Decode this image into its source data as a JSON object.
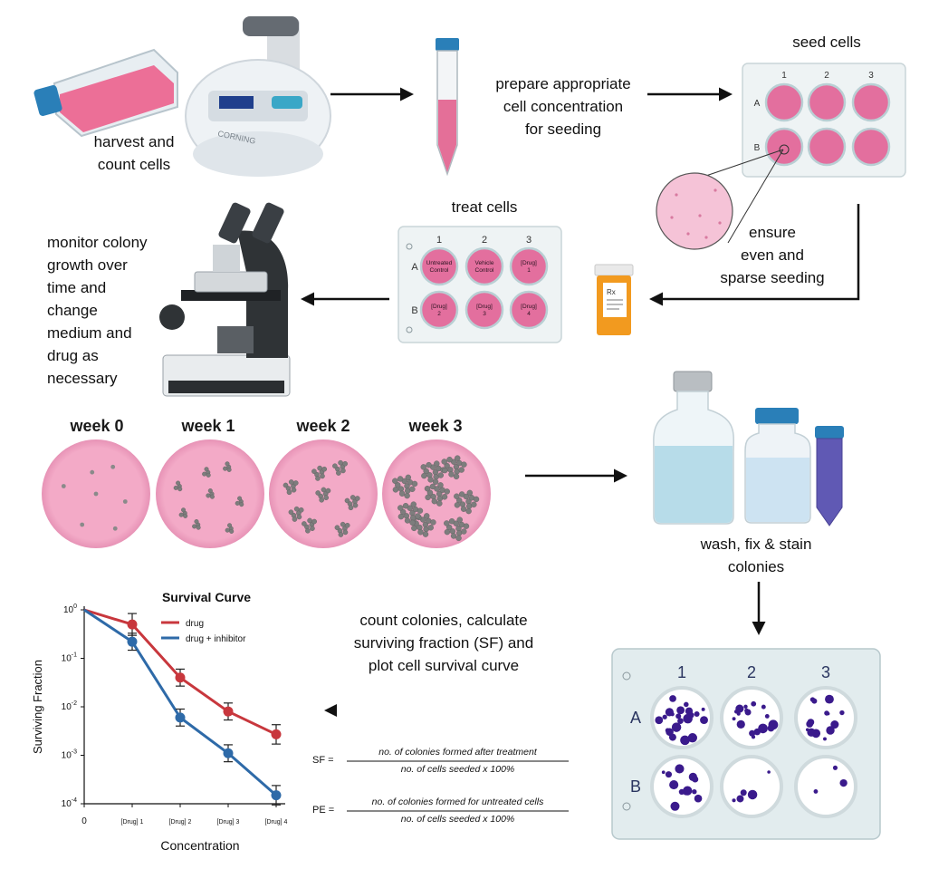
{
  "steps": {
    "harvest": "harvest and\ncount cells",
    "prepare": "prepare appropriate\ncell concentration\nfor seeding",
    "seed": "seed cells",
    "ensure": "ensure\neven and\nsparse seeding",
    "treat": "treat cells",
    "monitor": "monitor colony\ngrowth over\ntime and\nchange\nmedium and\ndrug as\nnecessary",
    "wash": "wash, fix & stain\ncolonies",
    "count": "count colonies, calculate\nsurviving fraction (SF) and\nplot cell survival curve"
  },
  "weeks": [
    "week 0",
    "week 1",
    "week 2",
    "week 3"
  ],
  "device_brand": "CORNING",
  "bottle_rx": "Rx",
  "seed_plate": {
    "cols": [
      "1",
      "2",
      "3"
    ],
    "rows": [
      "A",
      "B"
    ]
  },
  "treat_plate": {
    "cols": [
      "1",
      "2",
      "3"
    ],
    "rows": [
      "A",
      "B"
    ],
    "wells": [
      "Untreated Control",
      "Vehicle Control",
      "[Drug] 1",
      "[Drug] 2",
      "[Drug] 3",
      "[Drug] 4"
    ]
  },
  "stain_plate": {
    "cols": [
      "1",
      "2",
      "3"
    ],
    "rows": [
      "A",
      "B"
    ]
  },
  "formulas": {
    "sf_label": "SF =",
    "sf_numerator": "no. of colonies formed after treatment",
    "sf_denominator": "no. of cells seeded x 100%",
    "pe_label": "PE =",
    "pe_numerator": "no. of colonies formed for untreated cells",
    "pe_denominator": "no. of cells seeded x 100%"
  },
  "colors": {
    "pink": "#f3aac7",
    "well_pink": "#e36f9e",
    "stain_purple": "#3a1a8c",
    "drug_red": "#c8373d",
    "inhibitor_blue": "#2e6aa8",
    "cap_blue": "#2a7fb8"
  },
  "chart_data": {
    "type": "line",
    "title": "Survival Curve",
    "xlabel": "Concentration",
    "ylabel": "Surviving Fraction",
    "categories": [
      "0",
      "[Drug] 1",
      "[Drug] 2",
      "[Drug] 3",
      "[Drug] 4"
    ],
    "y_scale": "log",
    "ylim": [
      0.0001,
      1
    ],
    "y_ticks": [
      {
        "value": 1,
        "base": "10",
        "exp": "0"
      },
      {
        "value": 0.1,
        "base": "10",
        "exp": "-1"
      },
      {
        "value": 0.01,
        "base": "10",
        "exp": "-2"
      },
      {
        "value": 0.001,
        "base": "10",
        "exp": "-3"
      },
      {
        "value": 0.0001,
        "base": "10",
        "exp": "-4"
      }
    ],
    "legend_position": "top-right",
    "grid": false,
    "series": [
      {
        "name": "drug",
        "color": "#c8373d",
        "values": [
          1,
          0.5,
          0.04,
          0.008,
          0.0027
        ],
        "errors": [
          0,
          0.45,
          0.35,
          0.35,
          0.4
        ]
      },
      {
        "name": "drug + inhibitor",
        "color": "#2e6aa8",
        "values": [
          1,
          0.22,
          0.006,
          0.0011,
          0.00015
        ],
        "errors": [
          0,
          0.35,
          0.35,
          0.35,
          0.4
        ]
      }
    ]
  }
}
